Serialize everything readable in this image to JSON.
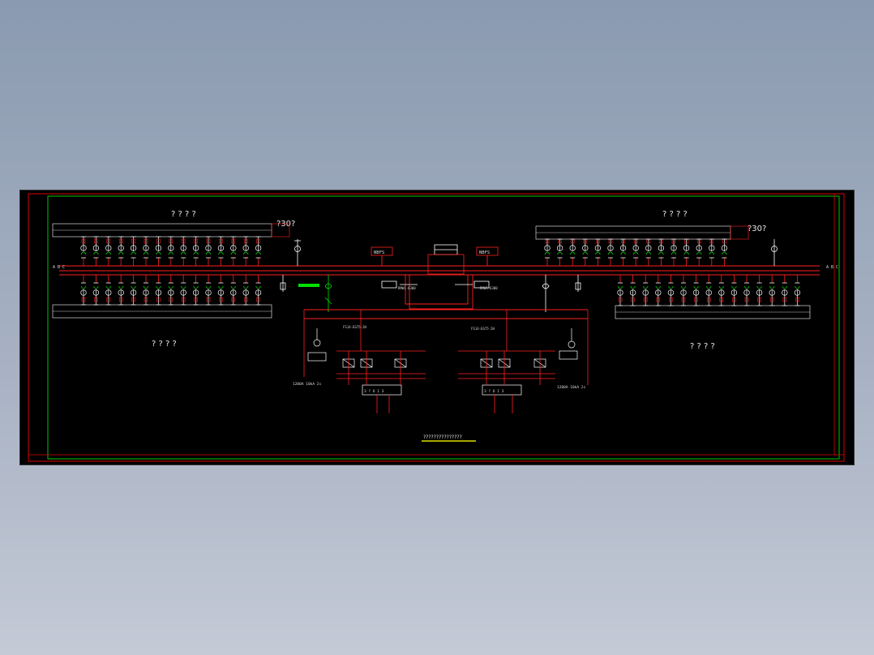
{
  "drawing": {
    "left_panel": {
      "top_title": "? ? ? ?",
      "top_tag": "?30?",
      "bottom_title": "? ? ? ?",
      "feeder_count": 15
    },
    "right_panel": {
      "top_title": "? ? ? ?",
      "top_tag": "?30?",
      "bottom_title": "? ? ? ?",
      "feeder_count": 15
    },
    "center": {
      "box_left": "NBFS",
      "box_right": "NBFS",
      "left_breaker": "RMW1-6300",
      "right_breaker": "RMW1-6300",
      "left_cable": "FS14-EG75-2H",
      "right_cable": "FS14-EG75-2H",
      "left_gen": "3 ? 6 1 3",
      "right_gen": "3 ? 6 1 3",
      "left_note": "1200A  10kA  2s",
      "right_note": "1200A  10kA  2s"
    },
    "drawing_title": "???????????????",
    "colors": {
      "background": "#000000",
      "frame": "#00c800",
      "busbar": "#ff2020",
      "wire": "#ffffff",
      "highlight": "#00e000",
      "title_underline": "#e0e000"
    }
  }
}
